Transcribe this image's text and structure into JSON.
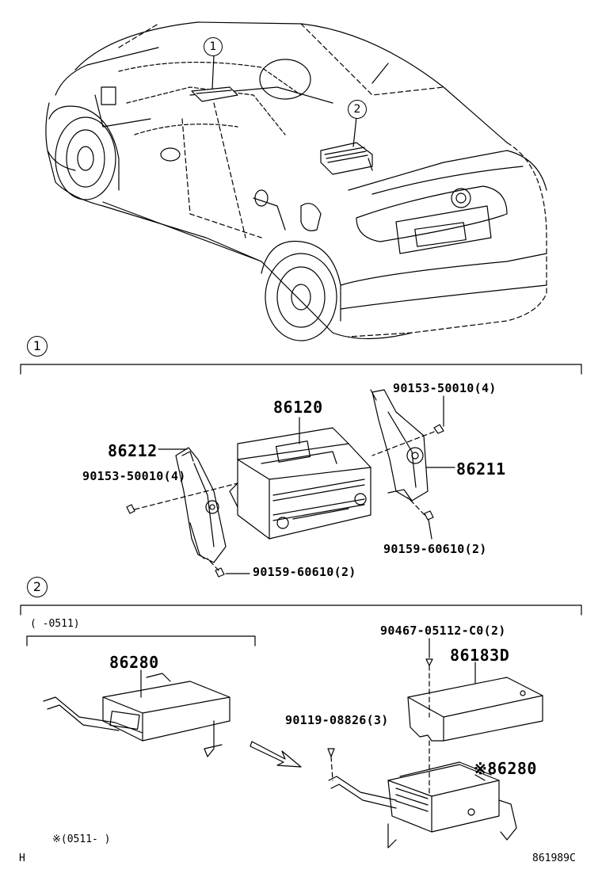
{
  "diagram_id": "861989C",
  "corner_mark": "H",
  "callouts": {
    "one": "1",
    "two": "2"
  },
  "section1": {
    "callout": "1",
    "parts": {
      "radio": "86120",
      "bracket_left": "86212",
      "bracket_right": "86211",
      "screw_left": "90153-50010(4)",
      "screw_right": "90153-50010(4)",
      "bolt_left": "90159-60610(2)",
      "bolt_right": "90159-60610(2)"
    }
  },
  "section2": {
    "callout": "2",
    "range_before": "(    -0511)",
    "range_after": "※(0511-    )",
    "parts": {
      "amp_old": "86280",
      "amp_new": "※86280",
      "cover": "86183D",
      "screw_cover": "90467-05112-C0(2)",
      "screw_amp": "90119-08826(3)"
    }
  }
}
